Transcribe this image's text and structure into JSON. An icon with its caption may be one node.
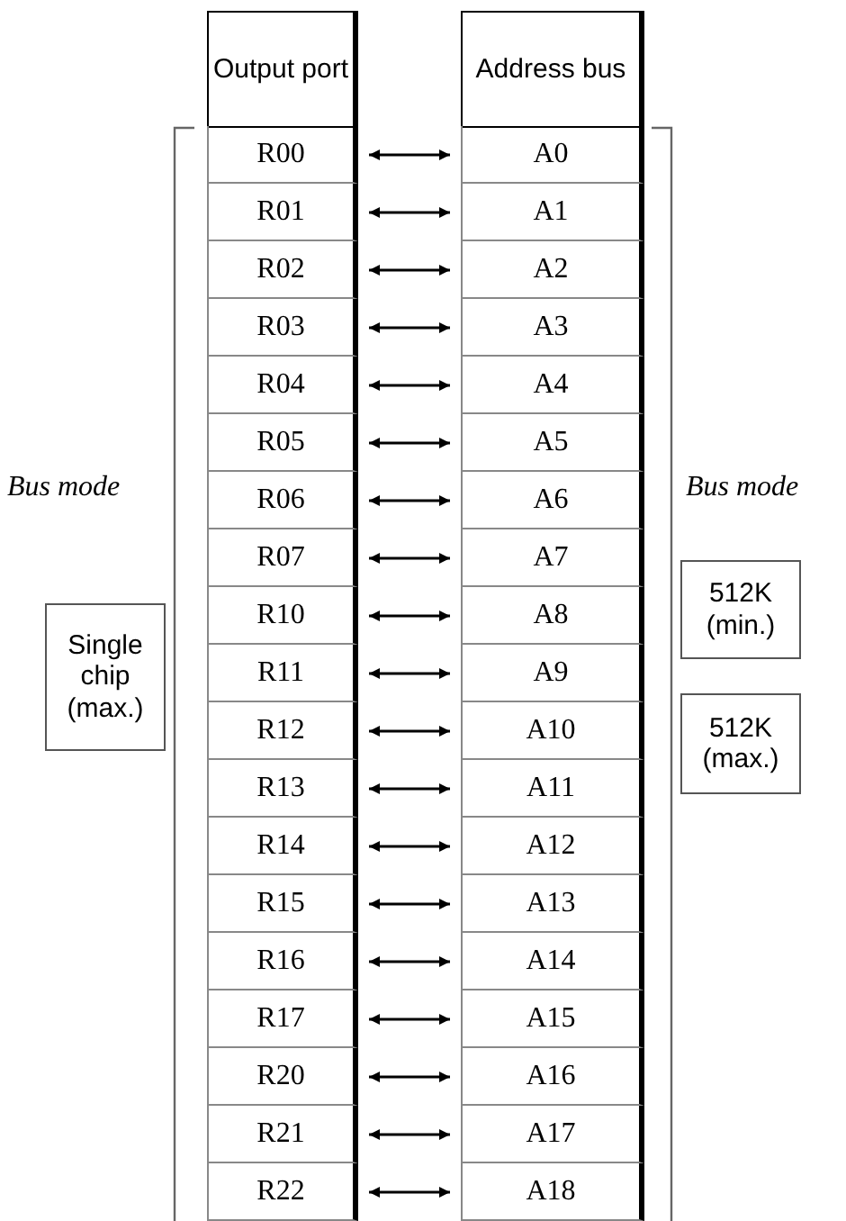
{
  "diagram": {
    "nodes": [
      {
        "text": [
          "Output port"
        ]
      },
      {
        "text": [
          "Address bus"
        ]
      },
      {
        "text": [
          "R00"
        ]
      },
      {
        "text": [
          "R01"
        ]
      },
      {
        "text": [
          "R02"
        ]
      },
      {
        "text": [
          "R03"
        ]
      },
      {
        "text": [
          "R04"
        ]
      },
      {
        "text": [
          "R05"
        ]
      },
      {
        "text": [
          "R06"
        ]
      },
      {
        "text": [
          "R07"
        ]
      },
      {
        "text": [
          "R10"
        ]
      },
      {
        "text": [
          "R11"
        ]
      },
      {
        "text": [
          "R12"
        ]
      },
      {
        "text": [
          "R13"
        ]
      },
      {
        "text": [
          "R14"
        ]
      },
      {
        "text": [
          "R15"
        ]
      },
      {
        "text": [
          "R16"
        ]
      },
      {
        "text": [
          "R17"
        ]
      },
      {
        "text": [
          "R20"
        ]
      },
      {
        "text": [
          "R21"
        ]
      },
      {
        "text": [
          "R22"
        ]
      },
      {
        "text": [
          "A0"
        ]
      },
      {
        "text": [
          "A1"
        ]
      },
      {
        "text": [
          "A2"
        ]
      },
      {
        "text": [
          "A3"
        ]
      },
      {
        "text": [
          "A4"
        ]
      },
      {
        "text": [
          "A5"
        ]
      },
      {
        "text": [
          "A6"
        ]
      },
      {
        "text": [
          "A7"
        ]
      },
      {
        "text": [
          "A8"
        ]
      },
      {
        "text": [
          "A9"
        ]
      },
      {
        "text": [
          "A10"
        ]
      },
      {
        "text": [
          "A11"
        ]
      },
      {
        "text": [
          "A12"
        ]
      },
      {
        "text": [
          "A13"
        ]
      },
      {
        "text": [
          "A14"
        ]
      },
      {
        "text": [
          "A15"
        ]
      },
      {
        "text": [
          "A16"
        ]
      },
      {
        "text": [
          "A17"
        ]
      },
      {
        "text": [
          "A18"
        ]
      },
      {
        "text": [
          "Single chip (max.)"
        ]
      },
      {
        "text": [
          "512K (min.)"
        ]
      },
      {
        "text": [
          "512K (max.)"
        ]
      }
    ],
    "edges": [
      {
        "from": 2,
        "to": 21,
        "arrow": "both"
      },
      {
        "from": 3,
        "to": 22,
        "arrow": "both"
      },
      {
        "from": 4,
        "to": 23,
        "arrow": "both"
      },
      {
        "from": 5,
        "to": 24,
        "arrow": "both"
      },
      {
        "from": 6,
        "to": 25,
        "arrow": "both"
      },
      {
        "from": 7,
        "to": 26,
        "arrow": "both"
      },
      {
        "from": 8,
        "to": 27,
        "arrow": "both"
      },
      {
        "from": 9,
        "to": 28,
        "arrow": "both"
      },
      {
        "from": 10,
        "to": 29,
        "arrow": "both"
      },
      {
        "from": 11,
        "to": 30,
        "arrow": "both"
      },
      {
        "from": 12,
        "to": 31,
        "arrow": "both"
      },
      {
        "from": 13,
        "to": 32,
        "arrow": "both"
      },
      {
        "from": 14,
        "to": 33,
        "arrow": "both"
      },
      {
        "from": 15,
        "to": 34,
        "arrow": "both"
      },
      {
        "from": 16,
        "to": 35,
        "arrow": "both"
      },
      {
        "from": 17,
        "to": 36,
        "arrow": "both"
      },
      {
        "from": 18,
        "to": 37,
        "arrow": "both"
      },
      {
        "from": 19,
        "to": 38,
        "arrow": "both"
      },
      {
        "from": 20,
        "to": 39,
        "arrow": "both"
      }
    ],
    "labels": [
      "Bus mode",
      "Bus mode"
    ]
  }
}
